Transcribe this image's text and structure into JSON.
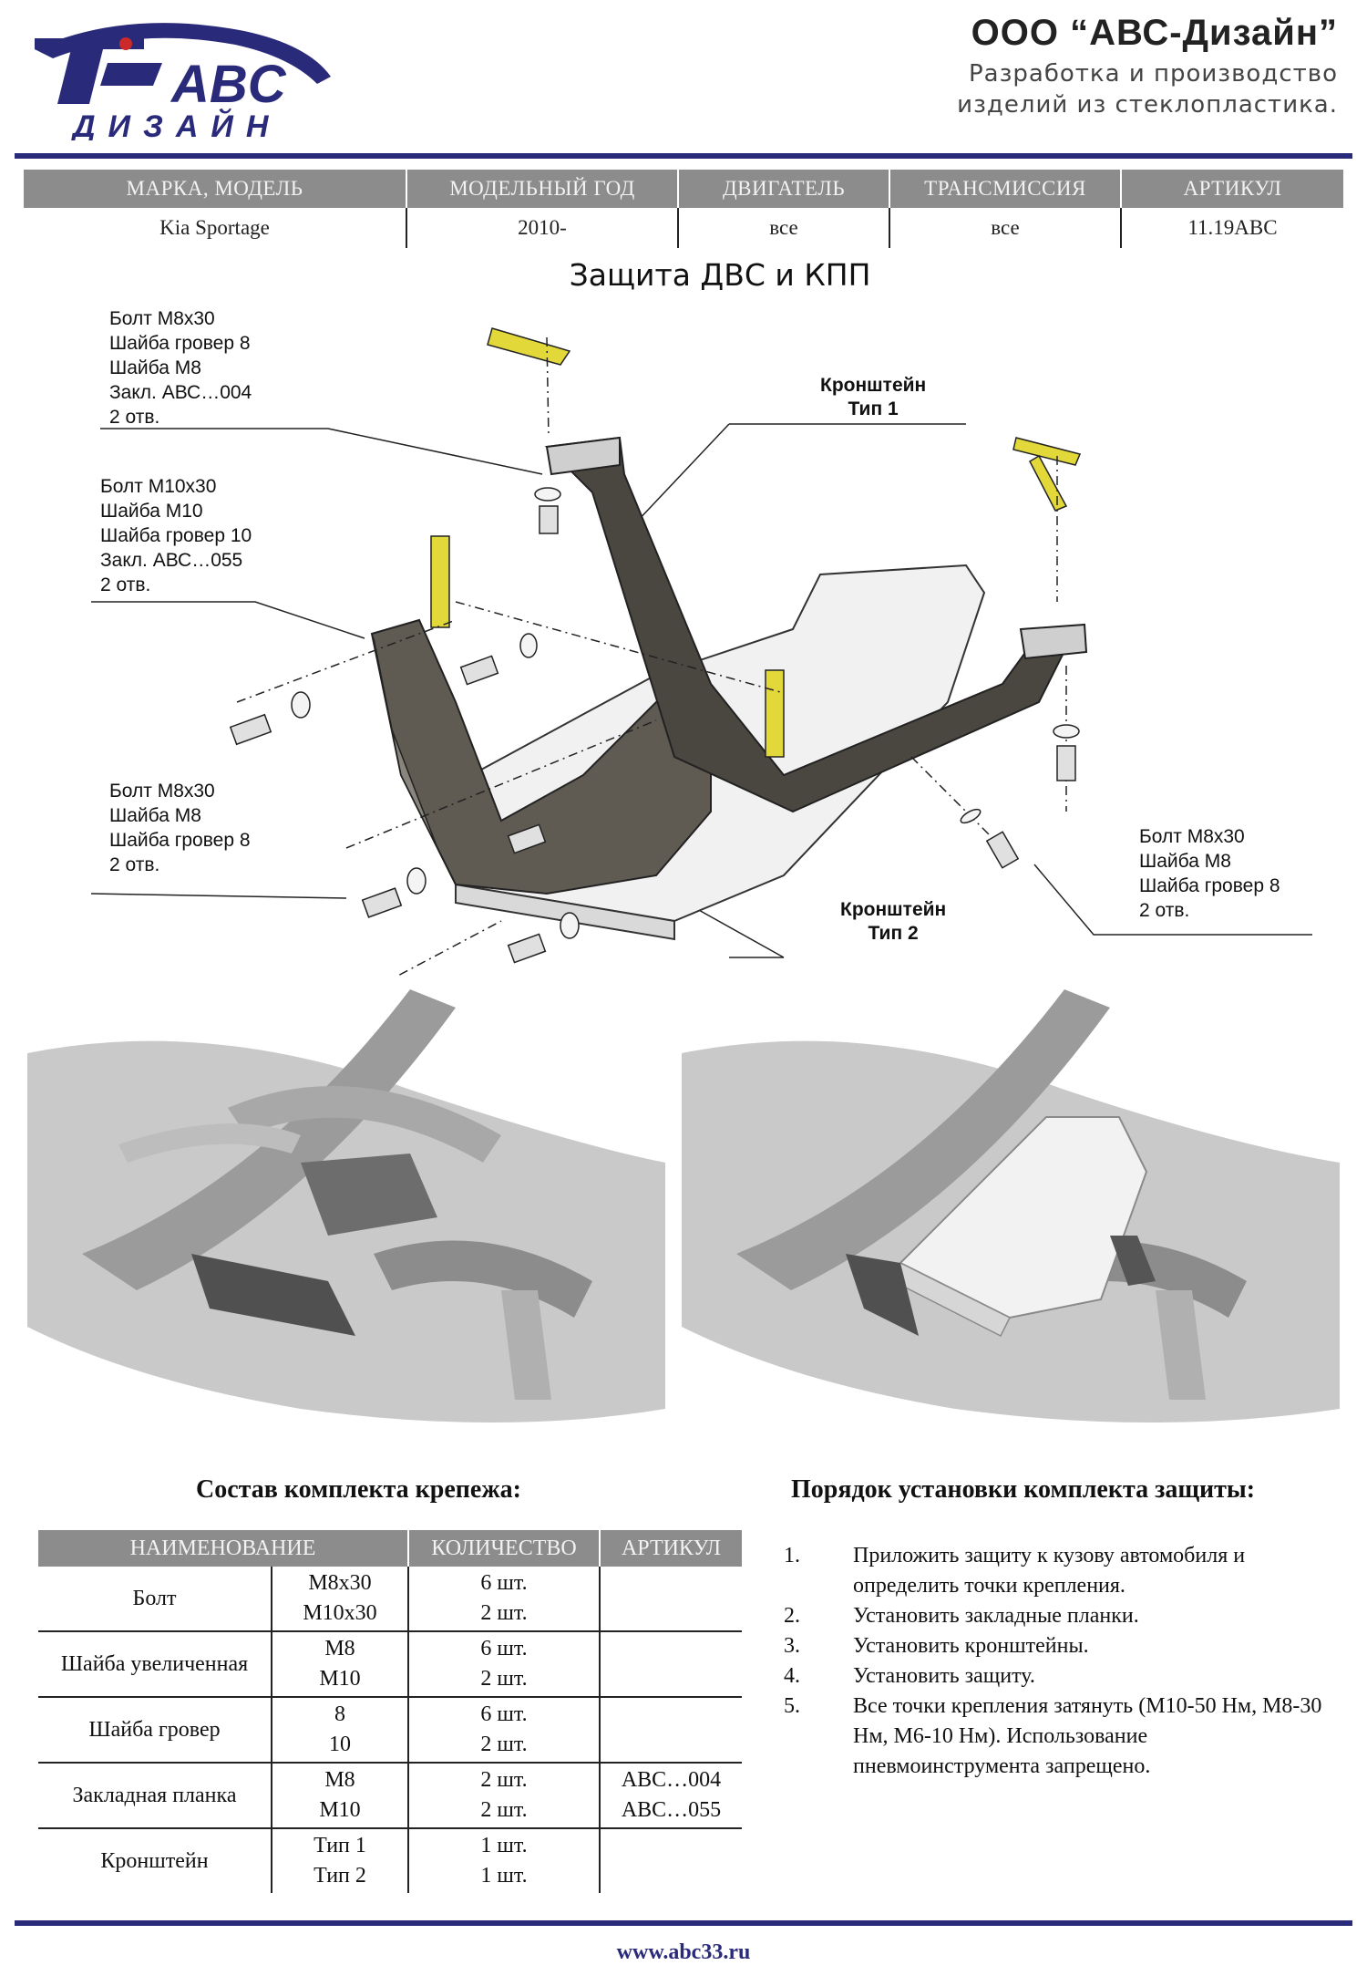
{
  "header": {
    "logo_text_top": "ABC",
    "logo_text_bottom": "ДИЗАЙН",
    "company_name": "ООО “АВС-Дизайн”",
    "company_sub_1": "Разработка и производство",
    "company_sub_2": "изделий из стеклопластика."
  },
  "model_table": {
    "headers": [
      "МАРКА, МОДЕЛЬ",
      "МОДЕЛЬНЫЙ ГОД",
      "ДВИГАТЕЛЬ",
      "ТРАНСМИССИЯ",
      "АРТИКУЛ"
    ],
    "row": [
      "Kia Sportage",
      "2010-",
      "все",
      "все",
      "11.19ABC"
    ]
  },
  "title": "Защита ДВС и КПП",
  "callouts": {
    "top_left": [
      "Болт М8х30",
      "Шайба гровер 8",
      "Шайба М8",
      "Закл. АВС…004",
      "2 отв."
    ],
    "middle_left": [
      "Болт М10х30",
      "Шайба М10",
      "Шайба гровер 10",
      "Закл. АВС…055",
      "2 отв."
    ],
    "bottom_left": [
      "Болт М8х30",
      "Шайба М8",
      "Шайба гровер 8",
      "2 отв."
    ],
    "bottom_right": [
      "Болт М8х30",
      "Шайба М8",
      "Шайба гровер 8",
      "2 отв."
    ],
    "bracket_1": [
      "Кронштейн",
      "Тип 1"
    ],
    "bracket_2": [
      "Кронштейн",
      "Тип 2"
    ]
  },
  "kit": {
    "heading": "Состав комплекта крепежа:",
    "headers": [
      "НАИМЕНОВАНИЕ",
      "КОЛИЧЕСТВО",
      "АРТИКУЛ"
    ],
    "rows": [
      {
        "name": "Болт",
        "sizes": [
          "М8х30",
          "М10х30"
        ],
        "qty": [
          "6 шт.",
          "2 шт."
        ],
        "art": [
          "",
          ""
        ]
      },
      {
        "name": "Шайба увеличенная",
        "sizes": [
          "М8",
          "М10"
        ],
        "qty": [
          "6 шт.",
          "2 шт."
        ],
        "art": [
          "",
          ""
        ]
      },
      {
        "name": "Шайба гровер",
        "sizes": [
          "8",
          "10"
        ],
        "qty": [
          "6 шт.",
          "2 шт."
        ],
        "art": [
          "",
          ""
        ]
      },
      {
        "name": "Закладная планка",
        "sizes": [
          "М8",
          "М10"
        ],
        "qty": [
          "2 шт.",
          "2 шт."
        ],
        "art": [
          "АВС…004",
          "АВС…055"
        ]
      },
      {
        "name": "Кронштейн",
        "sizes": [
          "Тип 1",
          "Тип 2"
        ],
        "qty": [
          "1 шт.",
          "1 шт."
        ],
        "art": [
          "",
          ""
        ]
      }
    ]
  },
  "install": {
    "heading": "Порядок установки комплекта защиты:",
    "steps": [
      {
        "num": "1.",
        "text": "Приложить защиту к кузову автомобиля и определить точки крепления."
      },
      {
        "num": "2.",
        "text": "Установить закладные планки."
      },
      {
        "num": "3.",
        "text": "Установить кронштейны."
      },
      {
        "num": "4.",
        "text": "Установить защиту."
      },
      {
        "num": "5.",
        "text": "Все точки крепления затянуть (М10-50 Нм, М8-30 Нм,      М6-10 Нм). Использование пневмоинструмента запрещено."
      }
    ]
  },
  "footer": {
    "url": "www.abc33.ru"
  },
  "colors": {
    "brand": "#2a2a7a",
    "table_header": "#8c8c8c",
    "bracket_yellow": "#e3d83a"
  }
}
